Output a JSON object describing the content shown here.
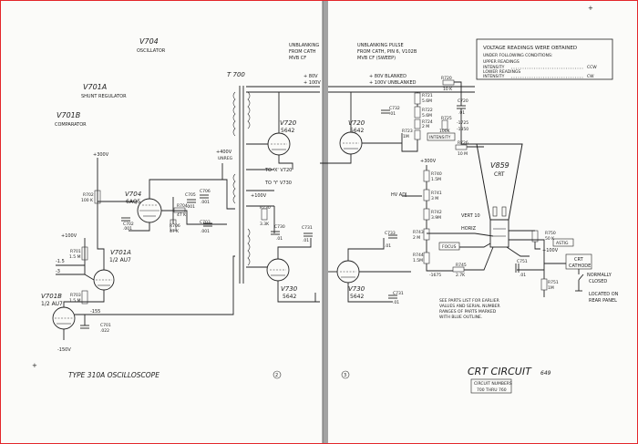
{
  "colors": {
    "border": "#e3262b",
    "gutter": "#9a9a9a",
    "ink": "#1d1d1d",
    "paper": "#fbfbf9"
  },
  "left_page": {
    "section_labels": {
      "v704_name": "V704",
      "v704_desc": "OSCILLATOR",
      "v701a_name": "V701A",
      "v701a_desc": "SHUNT REGULATOR",
      "v701b_name": "V701B",
      "v701b_desc": "COMPARATOR"
    },
    "transformer_label": "T 700",
    "tube_v704": {
      "name": "V704",
      "type": "6AQ5"
    },
    "tube_v701a": {
      "name": "V701A",
      "type": "1/2 AU7"
    },
    "tube_v701b": {
      "name": "V701B",
      "type": "1/2 AU7"
    },
    "supply_plus300": "+300V",
    "supply_plus100": "+100V",
    "supply_minus150": "-150V",
    "supply_minus15": "-1.5",
    "supply_minus3": "-3",
    "supply_minus155": "-155",
    "unreg_label": "+400V",
    "unreg_sub": "UNREG",
    "components": {
      "r702": "R702",
      "r702_val": "100 K",
      "c702": "C702",
      "c702_val": ".001",
      "r704": "R704",
      "r704_val": "47 K",
      "r706": "R706",
      "r706_val": "47 K",
      "c705": "C705",
      "c705_val": ".001",
      "c706": "C706",
      "c706_val": ".001",
      "c703": "C703",
      "c703_val": ".001",
      "r701": "R701",
      "r701_val": "1.5 M",
      "r703": "R703",
      "r703_val": "1.5 M",
      "c701": "C701",
      "c701_val": ".022"
    },
    "footer_title": "TYPE 310A OSCILLOSCOPE"
  },
  "mid_labels": {
    "unblanking_left": "UNBLANKING",
    "from_cath_left": "FROM CATH",
    "mvb_left": "MVB CF",
    "plus80_left": "+ 80V",
    "plus100_left": "+ 100V",
    "tube_v720_l": {
      "name": "V720",
      "type": "5642"
    },
    "tube_v730_l": {
      "name": "V730",
      "type": "5642"
    },
    "to_x": "TO 'X' V720",
    "to_y": "TO 'Y' V730",
    "r730": "R730",
    "r730_val": "3.3K",
    "c730": "C730",
    "c730_val": ".01",
    "c731": "C731",
    "c731_val": ".01",
    "plus100_mid": "+100V"
  },
  "right_page": {
    "unblanking_right": "UNBLANKING PULSE",
    "from_cath_right": "FROM CATH, PIN 6, V102B",
    "mvb_right": "MVB CF (SWEEP)",
    "plus80_right": "+ 80V BLANKED",
    "plus100_right": "+ 100V UNBLANKED",
    "tube_v720_r": {
      "name": "V720",
      "type": "5642"
    },
    "tube_v730_r": {
      "name": "V730",
      "type": "5642"
    },
    "crt": {
      "name": "V859",
      "type": "CRT"
    },
    "voltage_box": {
      "title": "VOLTAGE READINGS WERE OBTAINED",
      "sub": "UNDER FOLLOWING CONDITIONS:",
      "upper": "UPPER READINGS",
      "upper_int": "INTENSITY",
      "upper_dir": "CCW",
      "lower": "LOWER READINGS",
      "lower_int": "INTENSITY",
      "lower_dir": "CW"
    },
    "components": {
      "r720": "R720",
      "r720_val": "10 K",
      "r721": "R721",
      "r721_val": "5.6M",
      "r722": "R722",
      "r722_val": "5.6M",
      "r724": "R724",
      "r724_val": "2 M",
      "r723": "R723",
      "r723_val": "1M",
      "r725": "R725",
      "r725_val": "100K",
      "c720": "C720",
      "c720_val": ".01",
      "c732": "C732",
      "c732_val": ".01",
      "c733": "C733",
      "c733_val": ".01",
      "c731": "C731",
      "c731_val": ".01",
      "r726": "R726",
      "r726_val": "10 M",
      "r740": "R740",
      "r740_val": "1.5M",
      "r741": "R741",
      "r741_val": "3 M",
      "r742": "R742",
      "r742_val": "3.9M",
      "r743": "R743",
      "r743_val": "2 M",
      "r744": "R744",
      "r744_val": "1.5M",
      "r745": "R745",
      "r745_val": "2.7K",
      "c751": "C751",
      "c751_val": ".01",
      "r750": "R750",
      "r750_val": "50 K",
      "r751": "R751",
      "r751_val": "1M",
      "volt_1725": "-1725",
      "volt_1350": "-1350",
      "volt_1675": "-1675"
    },
    "intensity_label": "INTENSITY",
    "focus_label": "FOCUS",
    "hv_adj": "HV ADJ",
    "plus300": "+300V",
    "plus100": "+100V",
    "vert_label": "VERT 10",
    "horiz_label": "HORIZ",
    "astig": "ASTIG",
    "crt_cathode": {
      "line1": "CRT",
      "line2": "CATHODE"
    },
    "normally_closed": {
      "line1": "NORMALLY",
      "line2": "CLOSED"
    },
    "location": {
      "line1": "LOCATED ON",
      "line2": "REAR PANEL"
    },
    "note": {
      "line1": "SEE PARTS LIST FOR EARLIER",
      "line2": "VALUES AND SERIAL NUMBER",
      "line3": "RANGES OF PARTS MARKED",
      "line4": "WITH BLUE OUTLINE."
    },
    "title": "CRT CIRCUIT",
    "serial": {
      "line1": "CIRCUIT NUMBERS",
      "line2": "700 THRU 760"
    },
    "page_mark": "649"
  },
  "page_circle_left": "2",
  "page_circle_right": "3"
}
